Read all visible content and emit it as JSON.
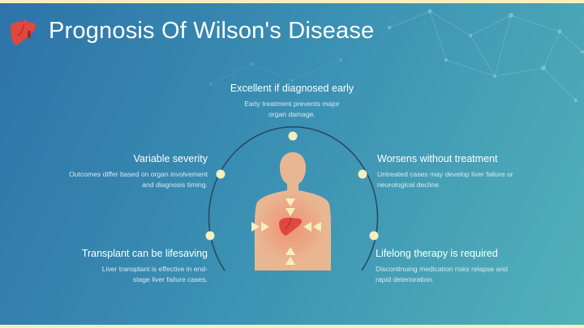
{
  "title": "Prognosis Of Wilson's Disease",
  "items": [
    {
      "heading": "Excellent if diagnosed early",
      "desc": "Early treatment prevents major organ damage."
    },
    {
      "heading": "Variable severity",
      "desc": "Outcomes differ based on organ involvement and diagnosis timing."
    },
    {
      "heading": "Worsens without treatment",
      "desc": "Untreated cases may develop liver failure or neurological decline."
    },
    {
      "heading": "Transplant can be lifesaving",
      "desc": "Liver transplant is effective in end-stage liver failure cases."
    },
    {
      "heading": "Lifelong therapy is required",
      "desc": "Discontinuing medication risks relapse and rapid deterioration."
    }
  ],
  "icons": {
    "title": "liver-icon",
    "figure": "human-torso-icon",
    "organ": "liver-icon",
    "markers": "circle-marker-icon",
    "arrows": "arrow-icon"
  },
  "colors": {
    "background_start": "#2d73a8",
    "background_end": "#52b1b9",
    "marker": "#f6efbf",
    "body": "#e8b792",
    "liver": "#e0473e",
    "glow": "#f08b6e"
  }
}
